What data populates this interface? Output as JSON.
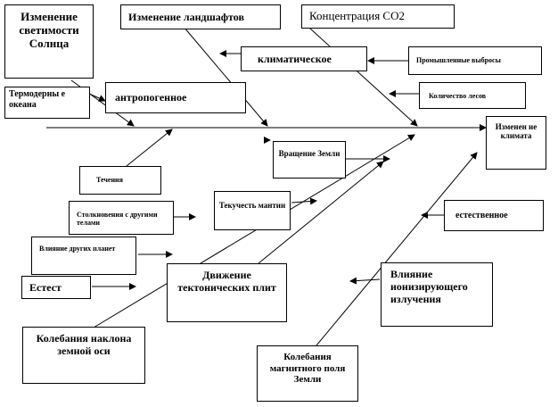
{
  "diagram": {
    "effect": "Изменен ие климата",
    "causes": {
      "sun_luminosity": "Изменение светимости Солнца",
      "landscape_change": "Изменение ландшафтов",
      "co2": "Концентрация СО2",
      "climatic": "климатическое",
      "industrial_emissions": "Промышленные выбросы",
      "thermal_ocean": "Термодерны е океана",
      "anthropogenic": "антропогенное",
      "forest_amount": "Количество лесов",
      "earth_rotation": "Вращение Земли",
      "currents": "Течения",
      "natural": "естественное",
      "collisions": "Столкновения с другими телами",
      "mantle_flow": "Текучесть мантии",
      "other_planets": "Влияние других планет",
      "natural_test": "Естест",
      "tectonic": "Движение тектонических плит",
      "ionizing": "Влияние ионизирующего излучения",
      "axis_tilt": "Колебания наклона земной оси",
      "magnetic": "Колебания магнитного поля Земли"
    }
  }
}
